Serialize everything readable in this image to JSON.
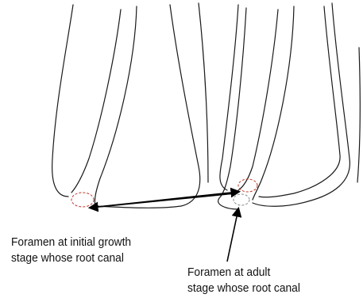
{
  "labels": {
    "initial": {
      "line1": "Foramen at initial growth",
      "line2": "stage whose root canal"
    },
    "adult": {
      "line1": "Foramen at adult",
      "line2": "stage whose root canal"
    }
  },
  "colors": {
    "outline": "#1a1a1a",
    "foramen_dashed": "#c0392b",
    "foramen_dashed_adult": "#7f8c8d",
    "arrow": "#000000"
  }
}
